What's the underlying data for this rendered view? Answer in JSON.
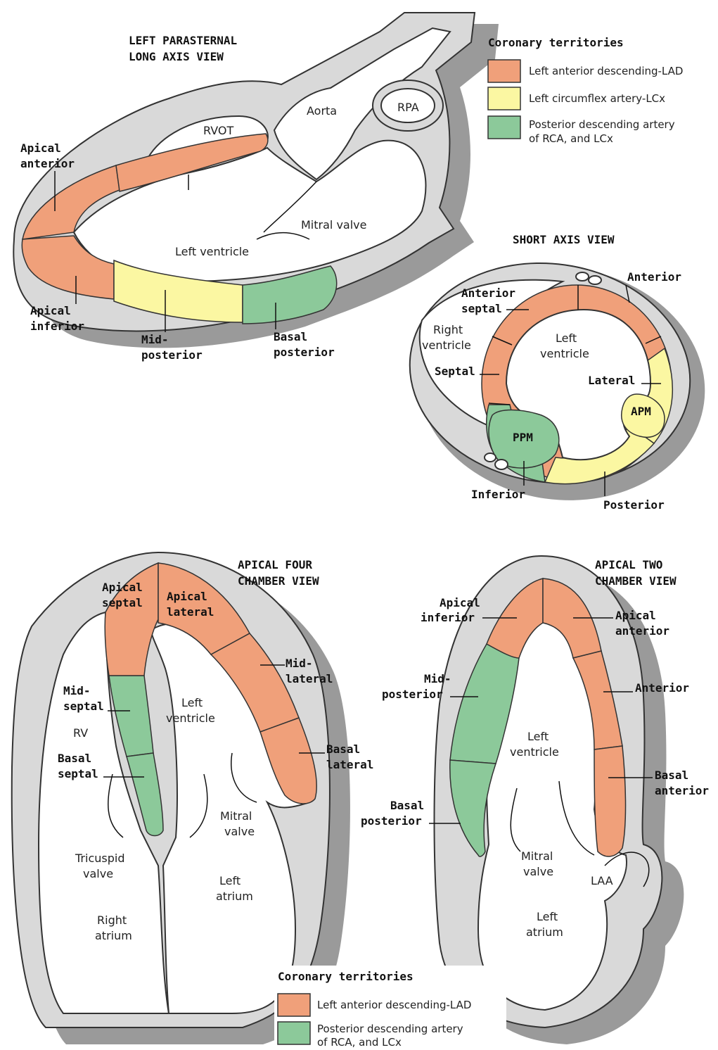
{
  "colors": {
    "lad": "#f0a07a",
    "lcx": "#fbf7a2",
    "rca": "#8cc99a",
    "wall": "#d9d9d9",
    "shadow": "#9a9a9a"
  },
  "legend_top": {
    "title": "Coronary territories",
    "items": [
      {
        "label": "Left anterior descending-LAD",
        "color": "#f0a07a"
      },
      {
        "label": "Left circumflex artery-LCx",
        "color": "#fbf7a2"
      },
      {
        "label_line1": "Posterior descending artery",
        "label_line2": "of RCA, and LCx",
        "color": "#8cc99a"
      }
    ]
  },
  "legend_bottom": {
    "title": "Coronary territories",
    "items": [
      {
        "label": "Left anterior descending-LAD",
        "color": "#f0a07a"
      },
      {
        "label_line1": "Posterior descending artery",
        "label_line2": "of RCA, and LCx",
        "color": "#8cc99a"
      }
    ]
  },
  "plax": {
    "title_line1": "LEFT PARASTERNAL",
    "title_line2": "LONG AXIS VIEW",
    "labels": {
      "rvot": "RVOT",
      "aorta": "Aorta",
      "rpa": "RPA",
      "mitral": "Mitral valve",
      "lv": "Left ventricle",
      "apical_anterior_1": "Apical",
      "apical_anterior_2": "anterior",
      "apical_inferior_1": "Apical",
      "apical_inferior_2": "inferior",
      "mid_posterior_1": "Mid-",
      "mid_posterior_2": "posterior",
      "basal_posterior_1": "Basal",
      "basal_posterior_2": "posterior"
    }
  },
  "sax": {
    "title": "SHORT AXIS VIEW",
    "labels": {
      "anterior": "Anterior",
      "anterior_septal_1": "Anterior",
      "anterior_septal_2": "septal",
      "rv_1": "Right",
      "rv_2": "ventricle",
      "lv_1": "Left",
      "lv_2": "ventricle",
      "septal": "Septal",
      "lateral": "Lateral",
      "apm": "APM",
      "ppm": "PPM",
      "inferior": "Inferior",
      "posterior": "Posterior"
    }
  },
  "a4c": {
    "title_line1": "APICAL FOUR",
    "title_line2": "CHAMBER VIEW",
    "labels": {
      "apical_septal_1": "Apical",
      "apical_septal_2": "septal",
      "apical_lateral_1": "Apical",
      "apical_lateral_2": "lateral",
      "mid_lateral_1": "Mid-",
      "mid_lateral_2": "lateral",
      "mid_septal_1": "Mid-",
      "mid_septal_2": "septal",
      "lv_1": "Left",
      "lv_2": "ventricle",
      "rv": "RV",
      "basal_septal_1": "Basal",
      "basal_septal_2": "septal",
      "basal_lateral_1": "Basal",
      "basal_lateral_2": "lateral",
      "mitral_1": "Mitral",
      "mitral_2": "valve",
      "tricuspid_1": "Tricuspid",
      "tricuspid_2": "valve",
      "la_1": "Left",
      "la_2": "atrium",
      "ra_1": "Right",
      "ra_2": "atrium"
    }
  },
  "a2c": {
    "title_line1": "APICAL TWO",
    "title_line2": "CHAMBER VIEW",
    "labels": {
      "apical_inferior_1": "Apical",
      "apical_inferior_2": "inferior",
      "apical_anterior_1": "Apical",
      "apical_anterior_2": "anterior",
      "mid_posterior_1": "Mid-",
      "mid_posterior_2": "posterior",
      "anterior": "Anterior",
      "lv_1": "Left",
      "lv_2": "ventricle",
      "basal_anterior_1": "Basal",
      "basal_anterior_2": "anterior",
      "basal_posterior_1": "Basal",
      "basal_posterior_2": "posterior",
      "mitral_1": "Mitral",
      "mitral_2": "valve",
      "laa": "LAA",
      "la_1": "Left",
      "la_2": "atrium"
    }
  }
}
